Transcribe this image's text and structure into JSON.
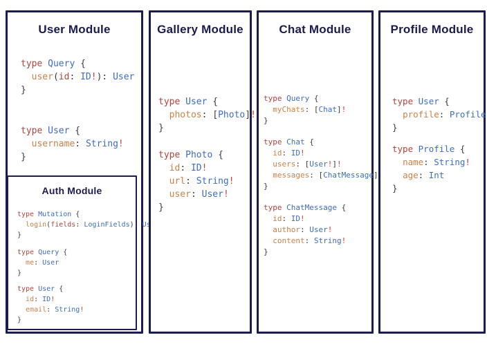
{
  "colors": {
    "navy": "#1b1b4e",
    "keyword": "#b0453e",
    "typeName": "#3e6cc0",
    "fieldName": "#c98147",
    "bang": "#c43d38",
    "punct": "#3b3b3b",
    "background": "#ffffff"
  },
  "panels": [
    {
      "id": "user-module",
      "title": "User Module",
      "blocks": [
        [
          [
            [
              "type ",
              "k"
            ],
            [
              "Query ",
              "t"
            ],
            [
              "{",
              "p"
            ]
          ],
          [
            [
              "  ",
              "p"
            ],
            [
              "user",
              "f"
            ],
            [
              "(",
              "p"
            ],
            [
              "id",
              "k"
            ],
            [
              ": ",
              "p"
            ],
            [
              "ID",
              "t"
            ],
            [
              "!",
              "b"
            ],
            [
              "): ",
              "p"
            ],
            [
              "User",
              "t"
            ]
          ],
          [
            [
              "}",
              "p"
            ]
          ]
        ],
        [
          [
            [
              "type ",
              "k"
            ],
            [
              "User ",
              "t"
            ],
            [
              "{",
              "p"
            ]
          ],
          [
            [
              "  ",
              "p"
            ],
            [
              "username",
              "f"
            ],
            [
              ": ",
              "p"
            ],
            [
              "String",
              "t"
            ],
            [
              "!",
              "b"
            ]
          ],
          [
            [
              "}",
              "p"
            ]
          ]
        ]
      ]
    },
    {
      "id": "auth-module",
      "title": "Auth Module",
      "blocks": [
        [
          [
            [
              "type ",
              "k"
            ],
            [
              "Mutation ",
              "t"
            ],
            [
              "{",
              "p"
            ]
          ],
          [
            [
              "  ",
              "p"
            ],
            [
              "login",
              "f"
            ],
            [
              "(",
              "p"
            ],
            [
              "fields",
              "k"
            ],
            [
              ": ",
              "p"
            ],
            [
              "LoginFields",
              "t"
            ],
            [
              "): ",
              "p"
            ],
            [
              "User",
              "t"
            ]
          ],
          [
            [
              "}",
              "p"
            ]
          ]
        ],
        [
          [
            [
              "type ",
              "k"
            ],
            [
              "Query ",
              "t"
            ],
            [
              "{",
              "p"
            ]
          ],
          [
            [
              "  ",
              "p"
            ],
            [
              "me",
              "f"
            ],
            [
              ": ",
              "p"
            ],
            [
              "User",
              "t"
            ]
          ],
          [
            [
              "}",
              "p"
            ]
          ]
        ],
        [
          [
            [
              "type ",
              "k"
            ],
            [
              "User ",
              "t"
            ],
            [
              "{",
              "p"
            ]
          ],
          [
            [
              "  ",
              "p"
            ],
            [
              "id",
              "f"
            ],
            [
              ": ",
              "p"
            ],
            [
              "ID",
              "t"
            ],
            [
              "!",
              "b"
            ]
          ],
          [
            [
              "  ",
              "p"
            ],
            [
              "email",
              "f"
            ],
            [
              ": ",
              "p"
            ],
            [
              "String",
              "t"
            ],
            [
              "!",
              "b"
            ]
          ],
          [
            [
              "}",
              "p"
            ]
          ]
        ]
      ]
    },
    {
      "id": "gallery-module",
      "title": "Gallery Module",
      "blocks": [
        [
          [
            [
              "type ",
              "k"
            ],
            [
              "User ",
              "t"
            ],
            [
              "{",
              "p"
            ]
          ],
          [
            [
              "  ",
              "p"
            ],
            [
              "photos",
              "f"
            ],
            [
              ": ",
              "p"
            ],
            [
              "[",
              "p"
            ],
            [
              "Photo",
              "t"
            ],
            [
              "]",
              "p"
            ],
            [
              "!",
              "b"
            ]
          ],
          [
            [
              "}",
              "p"
            ]
          ]
        ],
        [
          [
            [
              "type ",
              "k"
            ],
            [
              "Photo ",
              "t"
            ],
            [
              "{",
              "p"
            ]
          ],
          [
            [
              "  ",
              "p"
            ],
            [
              "id",
              "f"
            ],
            [
              ": ",
              "p"
            ],
            [
              "ID",
              "t"
            ],
            [
              "!",
              "b"
            ]
          ],
          [
            [
              "  ",
              "p"
            ],
            [
              "url",
              "f"
            ],
            [
              ": ",
              "p"
            ],
            [
              "String",
              "t"
            ],
            [
              "!",
              "b"
            ]
          ],
          [
            [
              "  ",
              "p"
            ],
            [
              "user",
              "f"
            ],
            [
              ": ",
              "p"
            ],
            [
              "User",
              "t"
            ],
            [
              "!",
              "b"
            ]
          ],
          [
            [
              "}",
              "p"
            ]
          ]
        ]
      ]
    },
    {
      "id": "chat-module",
      "title": "Chat Module",
      "blocks": [
        [
          [
            [
              "type ",
              "k"
            ],
            [
              "Query ",
              "t"
            ],
            [
              "{",
              "p"
            ]
          ],
          [
            [
              "  ",
              "p"
            ],
            [
              "myChats",
              "f"
            ],
            [
              ": ",
              "p"
            ],
            [
              "[",
              "p"
            ],
            [
              "Chat",
              "t"
            ],
            [
              "]",
              "p"
            ],
            [
              "!",
              "b"
            ]
          ],
          [
            [
              "}",
              "p"
            ]
          ]
        ],
        [
          [
            [
              "type ",
              "k"
            ],
            [
              "Chat ",
              "t"
            ],
            [
              "{",
              "p"
            ]
          ],
          [
            [
              "  ",
              "p"
            ],
            [
              "id",
              "f"
            ],
            [
              ": ",
              "p"
            ],
            [
              "ID",
              "t"
            ],
            [
              "!",
              "b"
            ]
          ],
          [
            [
              "  ",
              "p"
            ],
            [
              "users",
              "f"
            ],
            [
              ": ",
              "p"
            ],
            [
              "[",
              "p"
            ],
            [
              "User",
              "t"
            ],
            [
              "!",
              "b"
            ],
            [
              "]",
              "p"
            ],
            [
              "!",
              "b"
            ]
          ],
          [
            [
              "  ",
              "p"
            ],
            [
              "messages",
              "f"
            ],
            [
              ": ",
              "p"
            ],
            [
              "[",
              "p"
            ],
            [
              "ChatMessage",
              "t"
            ],
            [
              "]",
              "p"
            ],
            [
              "!",
              "b"
            ]
          ],
          [
            [
              "}",
              "p"
            ]
          ]
        ],
        [
          [
            [
              "type ",
              "k"
            ],
            [
              "ChatMessage ",
              "t"
            ],
            [
              "{",
              "p"
            ]
          ],
          [
            [
              "  ",
              "p"
            ],
            [
              "id",
              "f"
            ],
            [
              ": ",
              "p"
            ],
            [
              "ID",
              "t"
            ],
            [
              "!",
              "b"
            ]
          ],
          [
            [
              "  ",
              "p"
            ],
            [
              "author",
              "f"
            ],
            [
              ": ",
              "p"
            ],
            [
              "User",
              "t"
            ],
            [
              "!",
              "b"
            ]
          ],
          [
            [
              "  ",
              "p"
            ],
            [
              "content",
              "f"
            ],
            [
              ": ",
              "p"
            ],
            [
              "String",
              "t"
            ],
            [
              "!",
              "b"
            ]
          ],
          [
            [
              "}",
              "p"
            ]
          ]
        ]
      ]
    },
    {
      "id": "profile-module",
      "title": "Profile Module",
      "blocks": [
        [
          [
            [
              "type ",
              "k"
            ],
            [
              "User ",
              "t"
            ],
            [
              "{",
              "p"
            ]
          ],
          [
            [
              "  ",
              "p"
            ],
            [
              "profile",
              "f"
            ],
            [
              ": ",
              "p"
            ],
            [
              "Profile",
              "t"
            ],
            [
              "!",
              "b"
            ]
          ],
          [
            [
              "}",
              "p"
            ]
          ]
        ],
        [
          [
            [
              "type ",
              "k"
            ],
            [
              "Profile ",
              "t"
            ],
            [
              "{",
              "p"
            ]
          ],
          [
            [
              "  ",
              "p"
            ],
            [
              "name",
              "f"
            ],
            [
              ": ",
              "p"
            ],
            [
              "String",
              "t"
            ],
            [
              "!",
              "b"
            ]
          ],
          [
            [
              "  ",
              "p"
            ],
            [
              "age",
              "f"
            ],
            [
              ": ",
              "p"
            ],
            [
              "Int",
              "t"
            ]
          ],
          [
            [
              "}",
              "p"
            ]
          ]
        ]
      ]
    }
  ]
}
